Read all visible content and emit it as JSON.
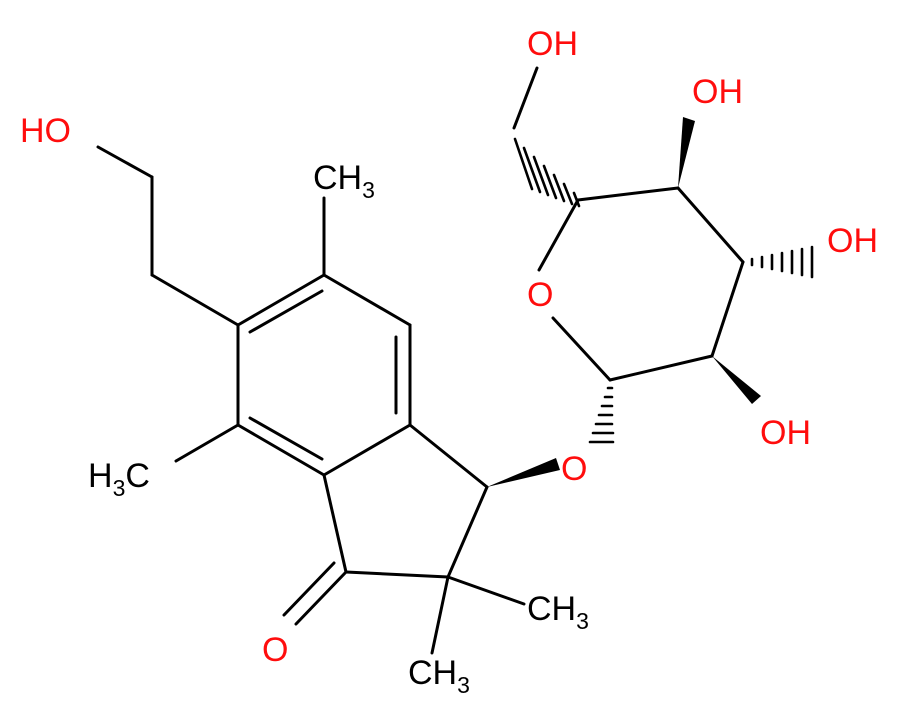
{
  "labels": {
    "ho_top_left": "HO",
    "me_top": {
      "main": "CH",
      "sub": "3"
    },
    "me_left": {
      "main": "H",
      "sub": "3",
      "tail": "C"
    },
    "o_carbonyl": "O",
    "me_gem1": {
      "main": "CH",
      "sub": "3"
    },
    "me_gem2": {
      "main": "CH",
      "sub": "3"
    },
    "o_glyco": "O",
    "o_ring": "O",
    "oh_ch2": "OH",
    "oh_c4": "OH",
    "oh_c3": "OH",
    "oh_c2": "OH"
  },
  "colors": {
    "oxygen": "#ff0d0d",
    "carbon": "#000000",
    "bond": "#000000"
  }
}
